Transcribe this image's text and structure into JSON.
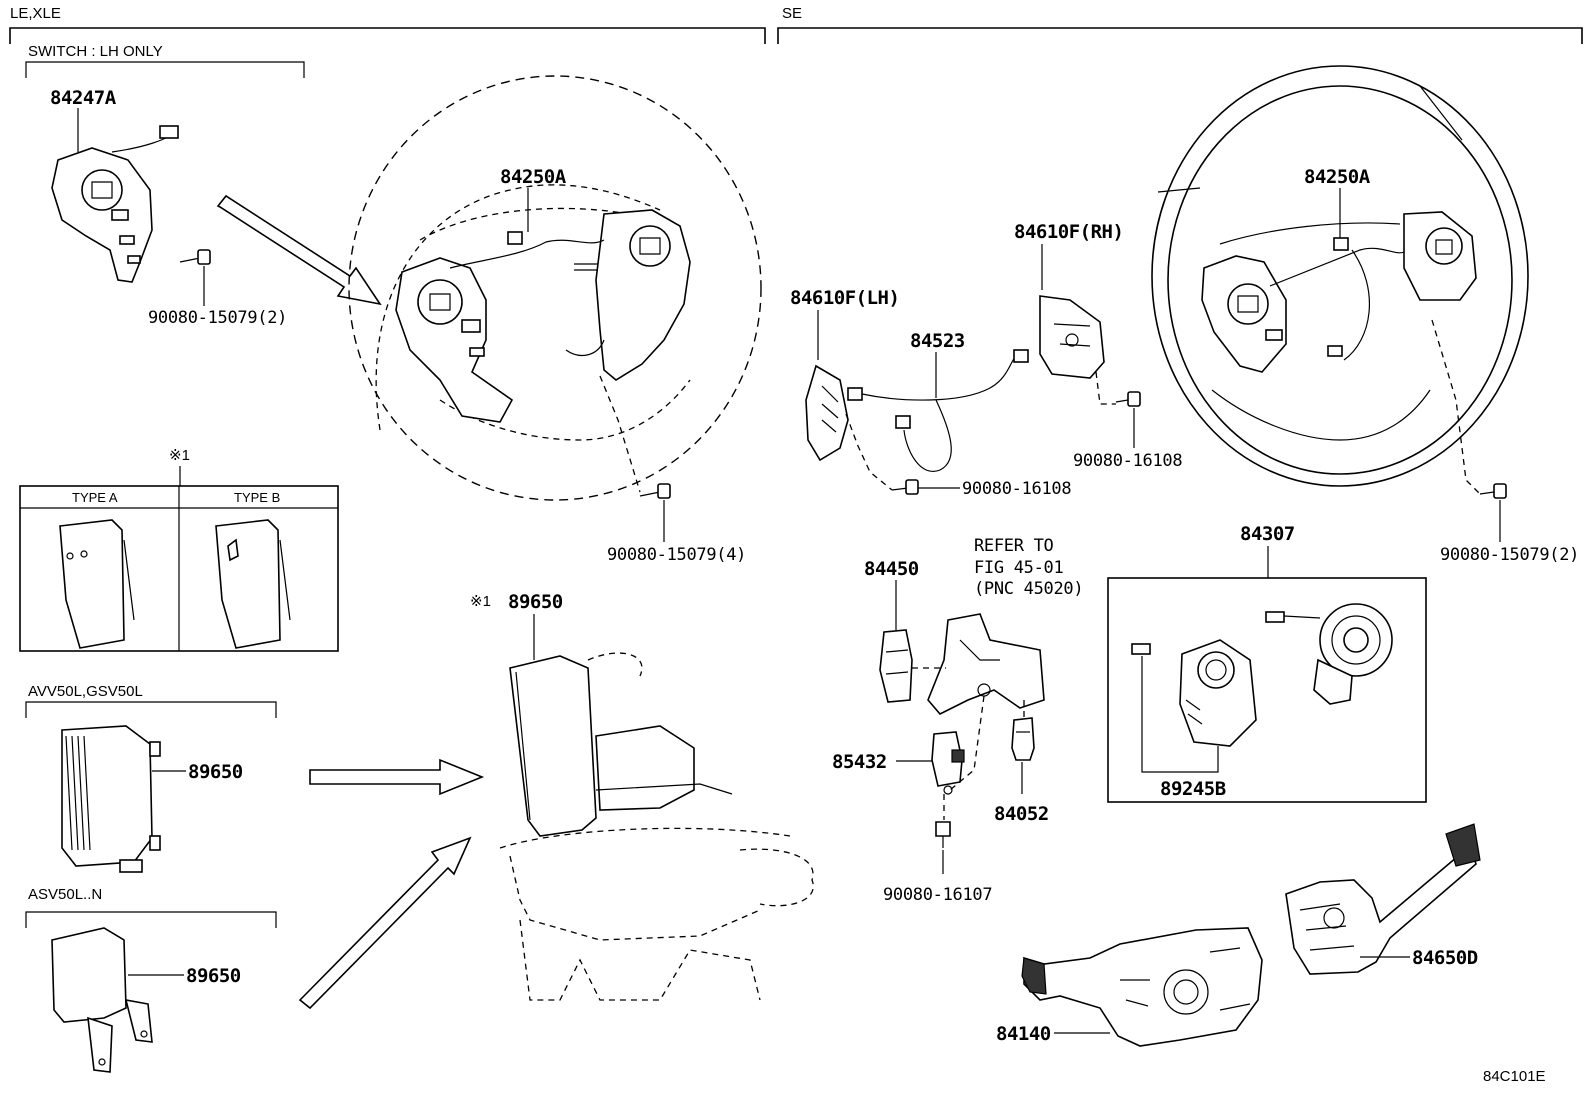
{
  "sections": {
    "left_header": "LE,XLE",
    "right_header": "SE",
    "switch_note": "SWITCH : LH ONLY",
    "avv_note": "AVV50L,GSV50L",
    "asv_note": "ASV50L..N",
    "refer_line1": "REFER TO",
    "refer_line2": "FIG 45-01",
    "refer_line3": "(PNC 45020)",
    "figure_code": "84C101E"
  },
  "type_box": {
    "mark": "※1",
    "type_a": "TYPE A",
    "type_b": "TYPE B"
  },
  "parts": {
    "p84247a": "84247A",
    "p84250a_left": "84250A",
    "p90080_15079_2_left": "90080-15079(2)",
    "p90080_15079_4": "90080-15079(4)",
    "p89650_main": "89650",
    "p89650_main_mark": "※1",
    "p89650_avv": "89650",
    "p89650_asv": "89650",
    "p84610f_lh": "84610F(LH)",
    "p84610f_rh": "84610F(RH)",
    "p84523": "84523",
    "p90080_16108_a": "90080-16108",
    "p90080_16108_b": "90080-16108",
    "p84250a_right": "84250A",
    "p90080_15079_2_right": "90080-15079(2)",
    "p84307": "84307",
    "p89245b": "89245B",
    "p84450": "84450",
    "p85432": "85432",
    "p84052": "84052",
    "p90080_16107": "90080-16107",
    "p84140": "84140",
    "p84650d": "84650D"
  }
}
